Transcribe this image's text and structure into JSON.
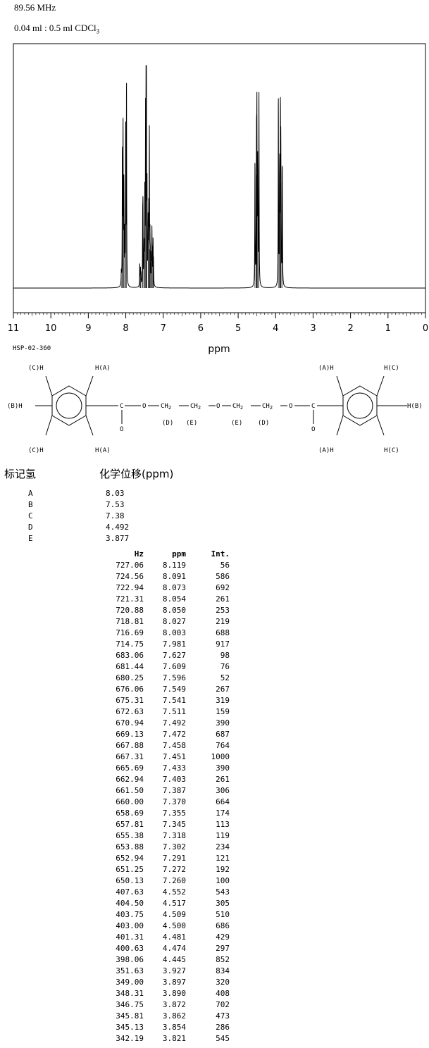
{
  "header": {
    "frequency": "89.56 MHz",
    "solvent_prefix": "0.04 ml : 0.5 ml CDCl",
    "solvent_sub": "3"
  },
  "chart_data": {
    "type": "line",
    "xlabel": "ppm",
    "xlim": [
      11,
      0
    ],
    "xticks": [
      11,
      10,
      9,
      8,
      7,
      6,
      5,
      4,
      3,
      2,
      1,
      0
    ],
    "ylim": [
      0,
      1000
    ],
    "peaks": [
      {
        "ppm": 8.119,
        "int": 56
      },
      {
        "ppm": 8.091,
        "int": 586
      },
      {
        "ppm": 8.073,
        "int": 692
      },
      {
        "ppm": 8.054,
        "int": 261
      },
      {
        "ppm": 8.05,
        "int": 253
      },
      {
        "ppm": 8.027,
        "int": 219
      },
      {
        "ppm": 8.003,
        "int": 688
      },
      {
        "ppm": 7.981,
        "int": 917
      },
      {
        "ppm": 7.627,
        "int": 98
      },
      {
        "ppm": 7.609,
        "int": 76
      },
      {
        "ppm": 7.596,
        "int": 52
      },
      {
        "ppm": 7.549,
        "int": 267
      },
      {
        "ppm": 7.541,
        "int": 319
      },
      {
        "ppm": 7.511,
        "int": 159
      },
      {
        "ppm": 7.492,
        "int": 390
      },
      {
        "ppm": 7.472,
        "int": 687
      },
      {
        "ppm": 7.458,
        "int": 764
      },
      {
        "ppm": 7.451,
        "int": 1000
      },
      {
        "ppm": 7.433,
        "int": 390
      },
      {
        "ppm": 7.403,
        "int": 261
      },
      {
        "ppm": 7.387,
        "int": 306
      },
      {
        "ppm": 7.37,
        "int": 664
      },
      {
        "ppm": 7.355,
        "int": 174
      },
      {
        "ppm": 7.345,
        "int": 113
      },
      {
        "ppm": 7.318,
        "int": 119
      },
      {
        "ppm": 7.302,
        "int": 234
      },
      {
        "ppm": 7.291,
        "int": 121
      },
      {
        "ppm": 7.272,
        "int": 192
      },
      {
        "ppm": 7.26,
        "int": 100
      },
      {
        "ppm": 4.552,
        "int": 543
      },
      {
        "ppm": 4.517,
        "int": 305
      },
      {
        "ppm": 4.509,
        "int": 510
      },
      {
        "ppm": 4.5,
        "int": 686
      },
      {
        "ppm": 4.481,
        "int": 429
      },
      {
        "ppm": 4.474,
        "int": 297
      },
      {
        "ppm": 4.445,
        "int": 852
      },
      {
        "ppm": 3.927,
        "int": 834
      },
      {
        "ppm": 3.897,
        "int": 320
      },
      {
        "ppm": 3.89,
        "int": 408
      },
      {
        "ppm": 3.872,
        "int": 702
      },
      {
        "ppm": 3.862,
        "int": 473
      },
      {
        "ppm": 3.854,
        "int": 286
      },
      {
        "ppm": 3.821,
        "int": 545
      }
    ]
  },
  "spectrum_code": "HSP-02-360",
  "structure_labels": {
    "left_ch_top": "(C)H",
    "left_ha_top": "H(A)",
    "left_hb": "(B)H",
    "left_ch_bot": "(C)H",
    "left_ha_bot": "H(A)",
    "right_ah_top": "(A)H",
    "right_hc_top": "H(C)",
    "right_hb": "H(B)",
    "right_ah_bot": "(A)H",
    "right_hc_bot": "H(C)",
    "c1": "C",
    "o1": "O",
    "o1b": "O",
    "ch2_1": "CH",
    "ch2_1s": "2",
    "ch2_2": "CH",
    "ch2_2s": "2",
    "o_mid": "O",
    "ch2_3": "CH",
    "ch2_3s": "2",
    "ch2_4": "CH",
    "ch2_4s": "2",
    "o2": "O",
    "c2": "C",
    "o2b": "O",
    "d1": "(D)",
    "e1": "(E)",
    "e2": "(E)",
    "d2": "(D)"
  },
  "assignment_header": {
    "hydrogen": "标记氢",
    "shift": "化学位移(ppm)"
  },
  "assignments": [
    {
      "label": "A",
      "value": "8.03"
    },
    {
      "label": "B",
      "value": "7.53"
    },
    {
      "label": "C",
      "value": "7.38"
    },
    {
      "label": "D",
      "value": "4.492"
    },
    {
      "label": "E",
      "value": "3.877"
    }
  ],
  "peak_table": {
    "headers": [
      "Hz",
      "ppm",
      "Int."
    ],
    "rows": [
      [
        "727.06",
        "8.119",
        "56"
      ],
      [
        "724.56",
        "8.091",
        "586"
      ],
      [
        "722.94",
        "8.073",
        "692"
      ],
      [
        "721.31",
        "8.054",
        "261"
      ],
      [
        "720.88",
        "8.050",
        "253"
      ],
      [
        "718.81",
        "8.027",
        "219"
      ],
      [
        "716.69",
        "8.003",
        "688"
      ],
      [
        "714.75",
        "7.981",
        "917"
      ],
      [
        "683.06",
        "7.627",
        "98"
      ],
      [
        "681.44",
        "7.609",
        "76"
      ],
      [
        "680.25",
        "7.596",
        "52"
      ],
      [
        "676.06",
        "7.549",
        "267"
      ],
      [
        "675.31",
        "7.541",
        "319"
      ],
      [
        "672.63",
        "7.511",
        "159"
      ],
      [
        "670.94",
        "7.492",
        "390"
      ],
      [
        "669.13",
        "7.472",
        "687"
      ],
      [
        "667.88",
        "7.458",
        "764"
      ],
      [
        "667.31",
        "7.451",
        "1000"
      ],
      [
        "665.69",
        "7.433",
        "390"
      ],
      [
        "662.94",
        "7.403",
        "261"
      ],
      [
        "661.50",
        "7.387",
        "306"
      ],
      [
        "660.00",
        "7.370",
        "664"
      ],
      [
        "658.69",
        "7.355",
        "174"
      ],
      [
        "657.81",
        "7.345",
        "113"
      ],
      [
        "655.38",
        "7.318",
        "119"
      ],
      [
        "653.88",
        "7.302",
        "234"
      ],
      [
        "652.94",
        "7.291",
        "121"
      ],
      [
        "651.25",
        "7.272",
        "192"
      ],
      [
        "650.13",
        "7.260",
        "100"
      ],
      [
        "407.63",
        "4.552",
        "543"
      ],
      [
        "404.50",
        "4.517",
        "305"
      ],
      [
        "403.75",
        "4.509",
        "510"
      ],
      [
        "403.00",
        "4.500",
        "686"
      ],
      [
        "401.31",
        "4.481",
        "429"
      ],
      [
        "400.63",
        "4.474",
        "297"
      ],
      [
        "398.06",
        "4.445",
        "852"
      ],
      [
        "351.63",
        "3.927",
        "834"
      ],
      [
        "349.00",
        "3.897",
        "320"
      ],
      [
        "348.31",
        "3.890",
        "408"
      ],
      [
        "346.75",
        "3.872",
        "702"
      ],
      [
        "345.81",
        "3.862",
        "473"
      ],
      [
        "345.13",
        "3.854",
        "286"
      ],
      [
        "342.19",
        "3.821",
        "545"
      ]
    ]
  }
}
